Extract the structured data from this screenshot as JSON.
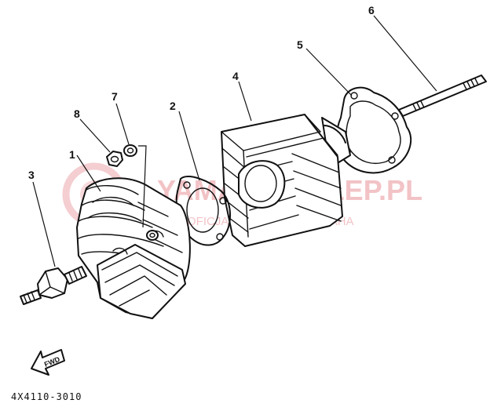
{
  "diagram": {
    "part_number": "4X4110-3010",
    "fwd_label": "FWD",
    "watermark": {
      "main": "YAMAHA-SKLEP.PL",
      "sub": "OFICJALNY DEALER YAMAHA"
    },
    "callouts": [
      {
        "label": "1",
        "part": "cylinder-head"
      },
      {
        "label": "2",
        "part": "head-gasket"
      },
      {
        "label": "3",
        "part": "spark-plug"
      },
      {
        "label": "4",
        "part": "cylinder"
      },
      {
        "label": "5",
        "part": "base-gasket"
      },
      {
        "label": "6",
        "part": "stud-bolt"
      },
      {
        "label": "7",
        "part": "washer"
      },
      {
        "label": "8",
        "part": "nut"
      }
    ]
  }
}
